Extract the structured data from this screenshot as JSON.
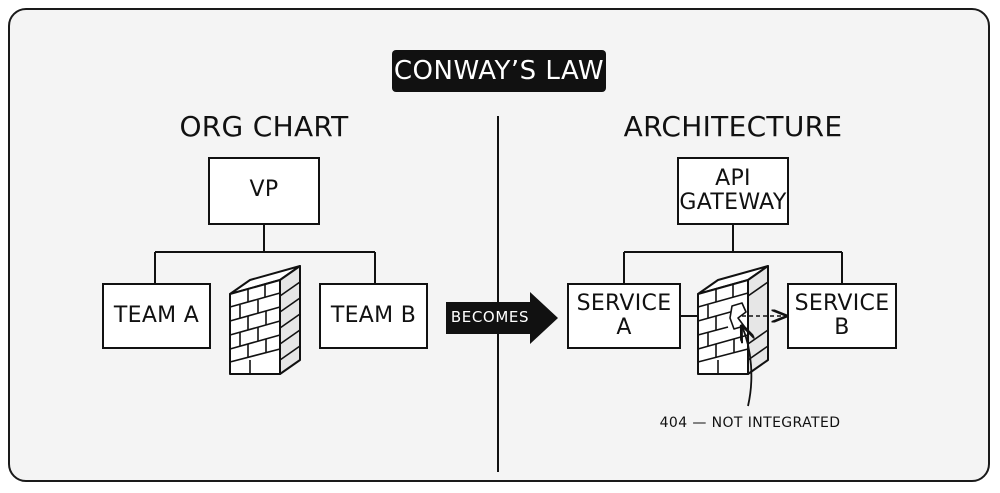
{
  "title": "CONWAY’S LAW",
  "left": {
    "heading": "ORG CHART",
    "top_box": "VP",
    "box_left": "TEAM A",
    "box_right": "TEAM B"
  },
  "arrow": {
    "label": "BECOMES"
  },
  "right": {
    "heading": "ARCHITECTURE",
    "top_box": [
      "API",
      "GATEWAY"
    ],
    "box_left": [
      "SERVICE",
      "A"
    ],
    "box_right": [
      "SERVICE",
      "B"
    ],
    "annotation": "404 — NOT INTEGRATED"
  },
  "icons": [
    "brick-wall-icon",
    "brick-wall-icon",
    "arrow-right-icon"
  ]
}
